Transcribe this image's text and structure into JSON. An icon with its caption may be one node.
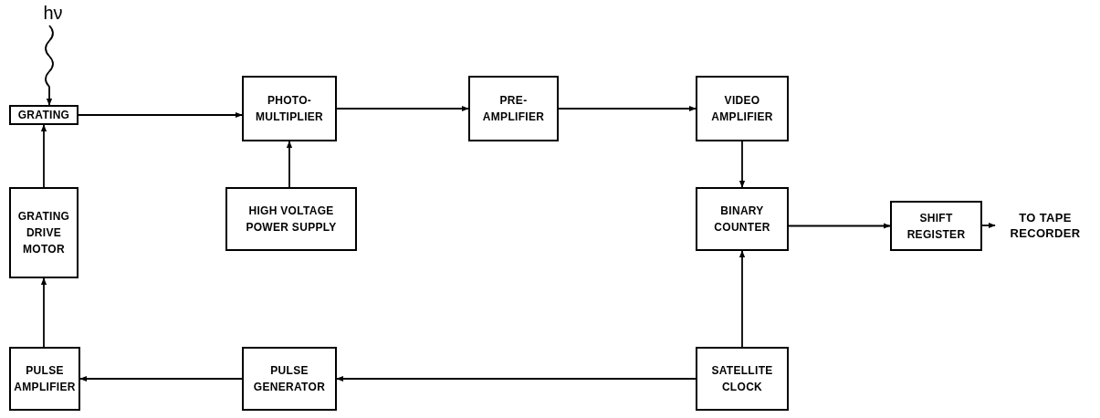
{
  "diagram": {
    "nodes": [
      {
        "text": [
          "hν"
        ]
      },
      {
        "text": [
          "GRATING"
        ]
      },
      {
        "text": [
          "PHOTO- MULTIPLIER"
        ]
      },
      {
        "text": [
          "PRE- AMPLIFIER"
        ]
      },
      {
        "text": [
          "VIDEO AMPLIFIER"
        ]
      },
      {
        "text": [
          "HIGH VOLTAGE POWER SUPPLY"
        ]
      },
      {
        "text": [
          "GRATING DRIVE MOTOR"
        ]
      },
      {
        "text": [
          "BINARY COUNTER"
        ]
      },
      {
        "text": [
          "SHIFT REGISTER"
        ]
      },
      {
        "text": [
          "TO TAPE RECORDER"
        ]
      },
      {
        "text": [
          "PULSE AMPLIFIER"
        ]
      },
      {
        "text": [
          "PULSE GENERATOR"
        ]
      },
      {
        "text": [
          "SATELLITE CLOCK"
        ]
      }
    ],
    "edges": [
      {
        "from": 0,
        "to": 1,
        "arrow": "to"
      },
      {
        "from": 1,
        "to": 2,
        "arrow": "to"
      },
      {
        "from": 2,
        "to": 3,
        "arrow": "to"
      },
      {
        "from": 3,
        "to": 4,
        "arrow": "to"
      },
      {
        "from": 5,
        "to": 2,
        "arrow": "to"
      },
      {
        "from": 4,
        "to": 7,
        "arrow": "to"
      },
      {
        "from": 7,
        "to": 8,
        "arrow": "to"
      },
      {
        "from": 8,
        "to": 9,
        "arrow": "to"
      },
      {
        "from": 12,
        "to": 7,
        "arrow": "to"
      },
      {
        "from": 12,
        "to": 11,
        "arrow": "to"
      },
      {
        "from": 11,
        "to": 10,
        "arrow": "to"
      },
      {
        "from": 10,
        "to": 6,
        "arrow": "to"
      },
      {
        "from": 6,
        "to": 1,
        "arrow": "to"
      }
    ]
  }
}
